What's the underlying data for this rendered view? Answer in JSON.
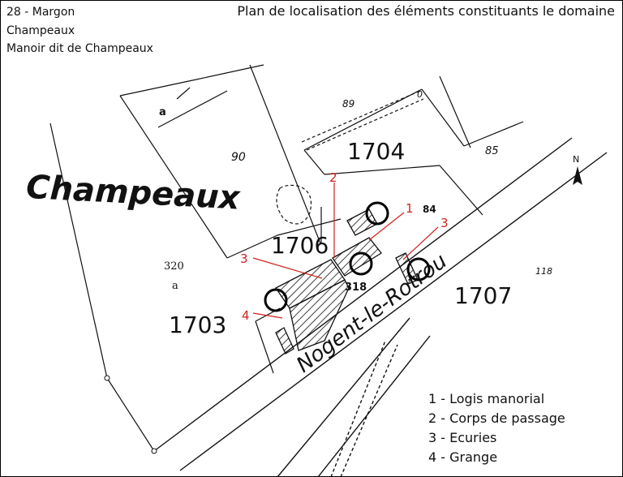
{
  "header": {
    "ref": "28 - Margon",
    "commune": "Champeaux",
    "site": "Manoir dit de Champeaux",
    "title": "Plan de localisation des éléments constituants le domaine"
  },
  "map": {
    "place_name": "Champeaux",
    "road_name": "Nogent-le-Rotrou",
    "north_label": "N",
    "parcels": [
      "1704",
      "1706",
      "1703",
      "1707",
      "318",
      "90",
      "85",
      "84",
      "89",
      "0",
      "118",
      "320",
      "a",
      "a"
    ],
    "callouts": [
      "1",
      "2",
      "3",
      "3",
      "4"
    ]
  },
  "legend": {
    "items": [
      "1 - Logis manorial",
      "2 - Corps de passage",
      "3 - Ecuries",
      "4 - Grange"
    ]
  },
  "colors": {
    "callout": "#d32020",
    "ink": "#111111"
  }
}
